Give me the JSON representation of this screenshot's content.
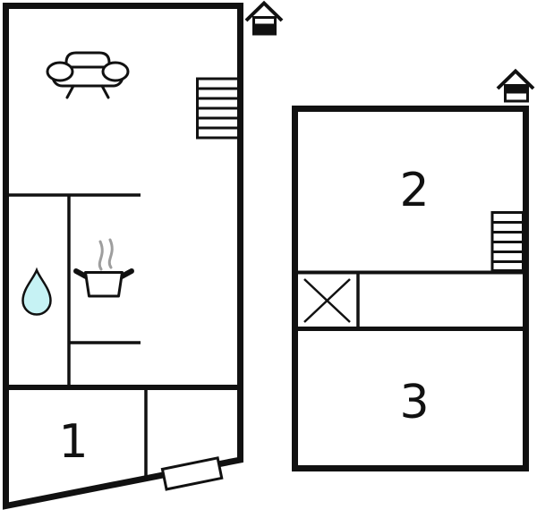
{
  "plan": {
    "title": "two-unit floor plan",
    "rooms": [
      {
        "label": "1"
      },
      {
        "label": "2"
      },
      {
        "label": "3"
      }
    ],
    "colors": {
      "line": "#111111",
      "background": "#ffffff",
      "water_drop_fill": "#c6f2f4",
      "steam": "#9e9e9e"
    },
    "icons": {
      "left_unit": [
        "sofa-icon",
        "staircase-icon",
        "entrance-house-icon",
        "water-drop-icon",
        "cooking-pot-icon",
        "door-marker"
      ],
      "right_unit": [
        "entrance-house-icon",
        "staircase-icon",
        "cross-marker"
      ]
    }
  }
}
